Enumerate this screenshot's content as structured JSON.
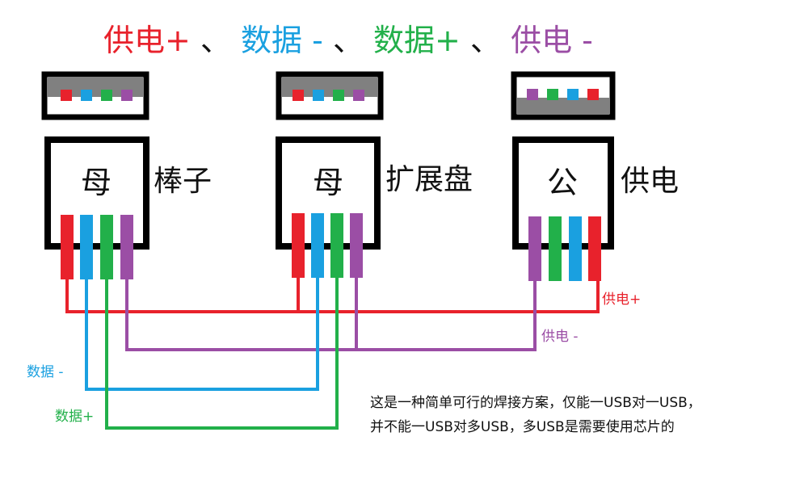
{
  "title": {
    "parts": [
      {
        "text": "供电+",
        "color": "#e8222c"
      },
      {
        "text": "、",
        "color": "#111111"
      },
      {
        "text": "数据 -",
        "color": "#1aa0e0"
      },
      {
        "text": "、",
        "color": "#111111"
      },
      {
        "text": "数据+",
        "color": "#22b04a"
      },
      {
        "text": "、",
        "color": "#111111"
      },
      {
        "text": "供电 -",
        "color": "#9b4ea5"
      }
    ]
  },
  "colors": {
    "power_plus": "#e8222c",
    "data_minus": "#1aa0e0",
    "data_plus": "#22b04a",
    "power_minus": "#9b4ea5",
    "outline": "#000000",
    "port_gray": "#808080"
  },
  "devices": [
    {
      "box_label": "母",
      "side_label": "棒子"
    },
    {
      "box_label": "母",
      "side_label": "扩展盘"
    },
    {
      "box_label": "公",
      "side_label": "供电"
    }
  ],
  "wire_labels": {
    "power_plus": "供电+",
    "power_minus": "供电 -",
    "data_minus": "数据 -",
    "data_plus": "数据+"
  },
  "note": {
    "line1": "这是一种简单可行的焊接方案，仅能一USB对一USB，",
    "line2": "并不能一USB对多USB，多USB是需要使用芯片的"
  }
}
